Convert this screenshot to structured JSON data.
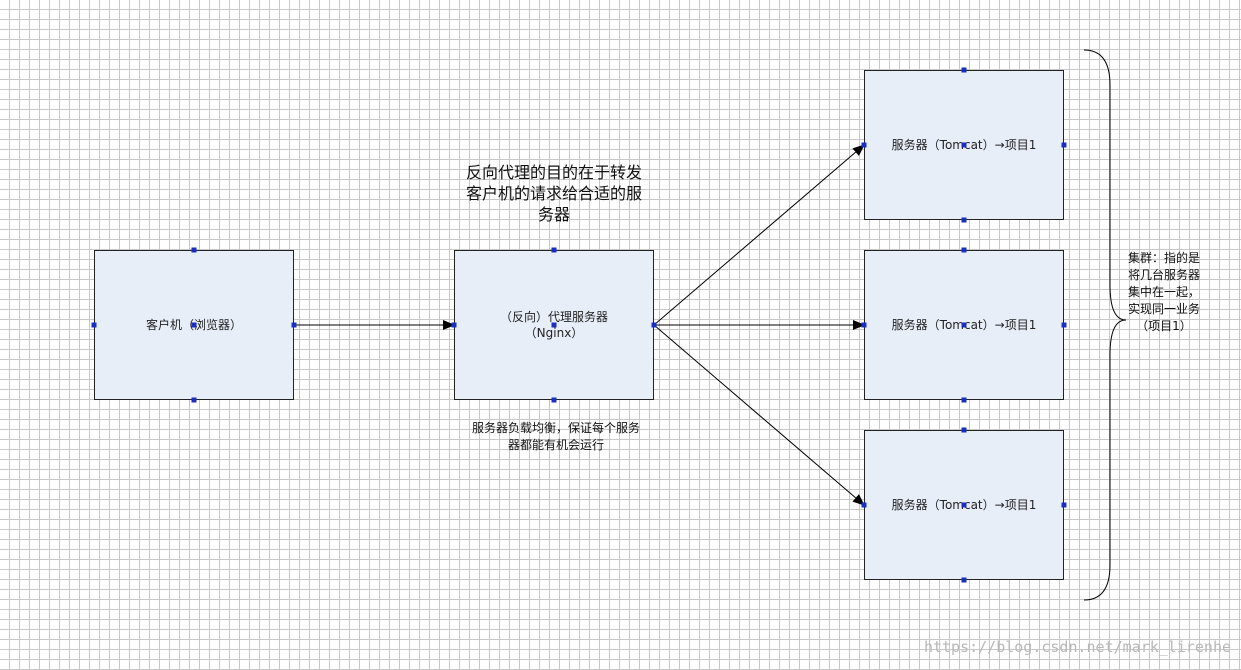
{
  "nodes": {
    "client": "客户机（浏览器）",
    "proxy_line1": "（反向）代理服务器",
    "proxy_line2": "（Nginx）",
    "server1": "服务器（Tomcat）→项目1",
    "server2": "服务器（Tomcat）→项目1",
    "server3": "服务器（Tomcat）→项目1"
  },
  "annotations": {
    "proxy_purpose": "反向代理的目的在于转发客户机的请求给合适的服务器",
    "load_balance": "服务器负载均衡，保证每个服务器都能有机会运行",
    "cluster": "集群：指的是将几台服务器集中在一起，实现同一业务（项目1）"
  },
  "watermark": "https://blog.csdn.net/mark_lirenhe",
  "colors": {
    "box_fill": "#e8eef8",
    "handle": "#1a2fc2",
    "grid": "#c8c8c8"
  }
}
